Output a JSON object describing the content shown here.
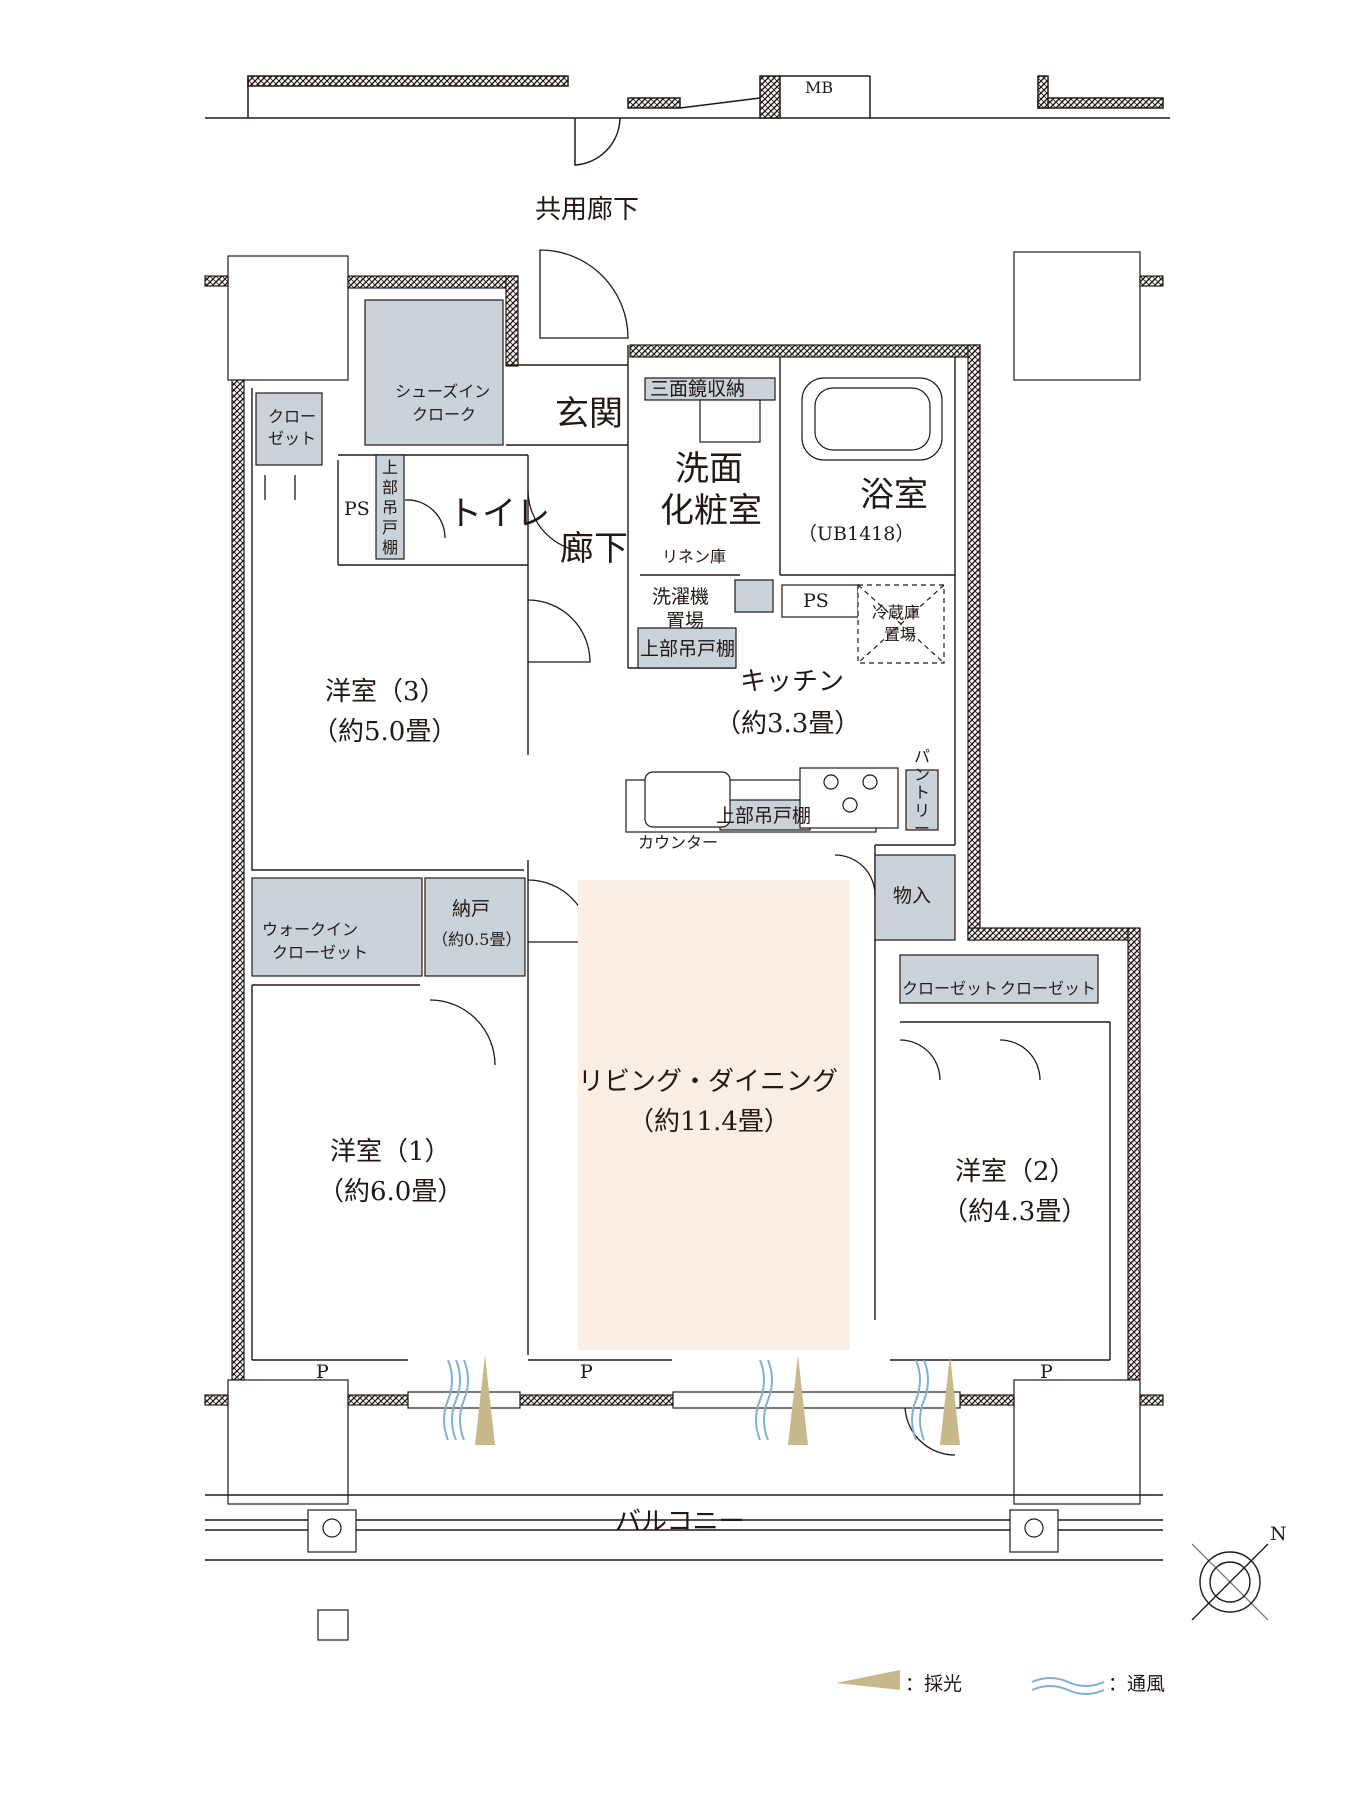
{
  "colors": {
    "wall_hatch": "#231815",
    "storage_fill": "#c9d3d9",
    "living_highlight": "#fbeee4",
    "light_marker": "#c8b98c",
    "wind_marker": "#7fb1d6",
    "line": "#231815"
  },
  "labels": {
    "mb": "MB",
    "corridor_common": "共用廊下",
    "shoes_in_1": "シューズイン",
    "shoes_in_2": "クローク",
    "entrance": "玄関",
    "closet_tl_1": "クロー",
    "closet_tl_2": "ゼット",
    "ps_left": "PS",
    "upper_shelf_v": [
      "上",
      "部",
      "吊",
      "戸",
      "棚"
    ],
    "toilet": "トイレ",
    "corridor": "廊下",
    "mirror_storage": "三面鏡収納",
    "washroom_1": "洗面",
    "washroom_2": "化粧室",
    "linen": "リネン庫",
    "bath_1": "浴室",
    "bath_2": "（UB1418）",
    "washer_1": "洗濯機",
    "washer_2": "置場",
    "upper_shelf_wash": "上部吊戸棚",
    "ps_kitchen": "PS",
    "fridge_1": "冷蔵庫",
    "fridge_2": "置場",
    "kitchen_1": "キッチン",
    "kitchen_2": "（約3.3畳）",
    "room3_1": "洋室（3）",
    "room3_2": "（約5.0畳）",
    "pantry_v": [
      "パ",
      "ン",
      "ト",
      "リ",
      "ー"
    ],
    "upper_shelf_kitchen": "上部吊戸棚",
    "counter": "カウンター",
    "storage": "物入",
    "walkin_1": "ウォークイン",
    "walkin_2": "クローゼット",
    "nando_1": "納戸",
    "nando_2": "（約0.5畳）",
    "closet_r1": "クローゼット",
    "closet_r2": "クローゼット",
    "living_1": "リビング・ダイニング",
    "living_2": "（約11.4畳）",
    "room1_1": "洋室（1）",
    "room1_2": "（約6.0畳）",
    "room2_1": "洋室（2）",
    "room2_2": "（約4.3畳）",
    "p1": "P",
    "p2": "P",
    "p3": "P",
    "balcony": "バルコニー",
    "north": "N",
    "legend_light": "：採光",
    "legend_wind": "：通風"
  }
}
